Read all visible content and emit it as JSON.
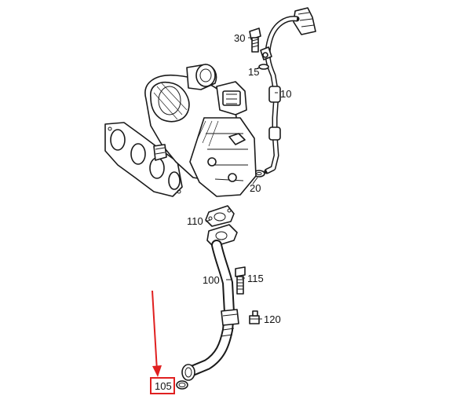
{
  "callouts": [
    {
      "id": "30",
      "text": "30"
    },
    {
      "id": "15",
      "text": "15"
    },
    {
      "id": "10",
      "text": "10"
    },
    {
      "id": "20",
      "text": "20"
    },
    {
      "id": "110",
      "text": "110"
    },
    {
      "id": "100",
      "text": "100"
    },
    {
      "id": "115",
      "text": "115"
    },
    {
      "id": "120",
      "text": "120"
    },
    {
      "id": "105",
      "text": "105"
    }
  ],
  "highlight": {
    "part": "105",
    "box_color": "#e02020",
    "arrow_color": "#e02020"
  },
  "line_color": "#1a1a1a"
}
